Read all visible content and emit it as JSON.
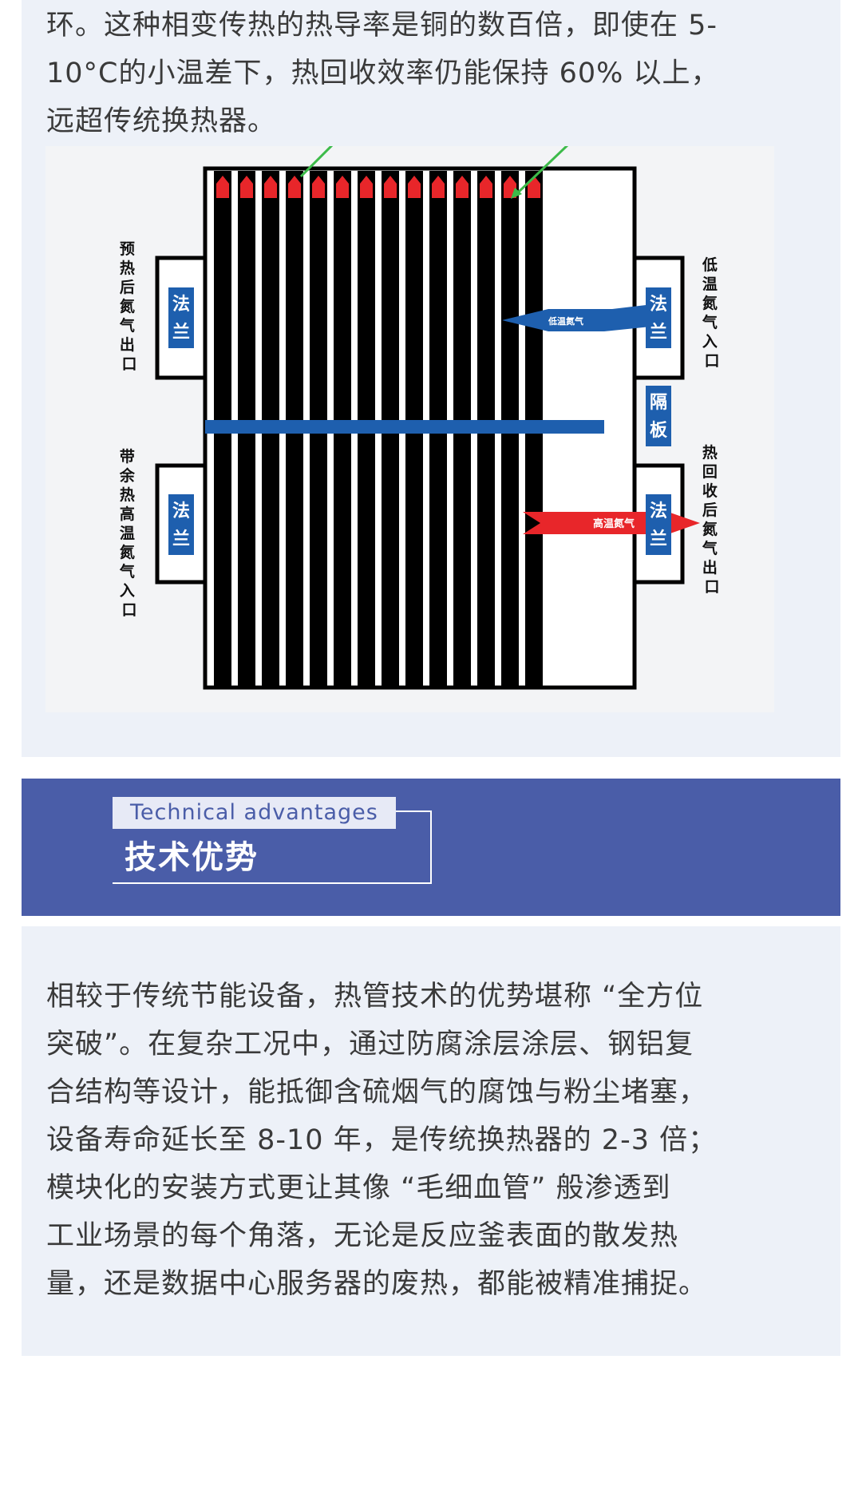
{
  "intro": {
    "lines": [
      "环。这种相变传热的热导率是铜的数百倍，即使在 5-",
      "10°C的小温差下，热回收效率仍能保持 60% 以上，",
      "远超传统换热器。"
    ]
  },
  "diagram": {
    "left_top_label": "预热后氮气出口",
    "left_bottom_label": "带余热高温氮气入口",
    "right_top_label": "低温氮气入口",
    "right_bottom_label": "热回收后氮气出口",
    "flange_label": "法兰",
    "partition_label": "隔板",
    "cold_arrow_label": "低温氮气",
    "hot_arrow_label": "高温氮气",
    "colors": {
      "blue": "#1e5fae",
      "red": "#e8262a",
      "green": "#3dbb4a"
    }
  },
  "section": {
    "subtitle": "Technical advantages",
    "title": "技术优势",
    "color": "#4a5da8"
  },
  "body": {
    "lines": [
      "相较于传统节能设备，热管技术的优势堪称 “全方位",
      "突破”。在复杂工况中，通过防腐涂层涂层、钢铝复",
      "合结构等设计，能抵御含硫烟气的腐蚀与粉尘堵塞，",
      "设备寿命延长至 8-10 年，是传统换热器的 2-3 倍；",
      "模块化的安装方式更让其像 “毛细血管” 般渗透到",
      "工业场景的每个角落，无论是反应釜表面的散发热",
      "量，还是数据中心服务器的废热，都能被精准捕捉。"
    ]
  }
}
